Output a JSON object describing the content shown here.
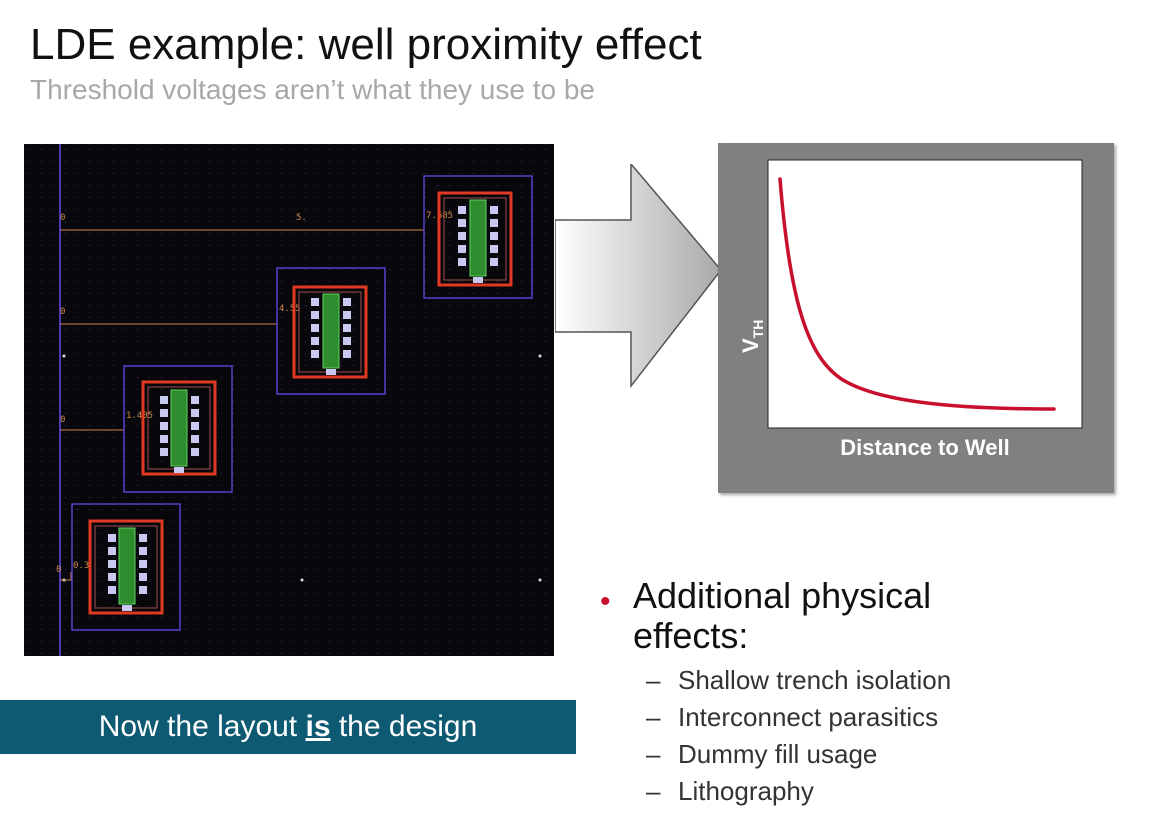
{
  "slide": {
    "title": "LDE example: well proximity effect",
    "subtitle": "Threshold voltages aren’t what they use to be"
  },
  "layout_view": {
    "rulers": [
      {
        "start_label": "0",
        "end_label": "0.3"
      },
      {
        "start_label": "0",
        "end_label": "1.405"
      },
      {
        "start_label": "0",
        "end_label": "4.55"
      },
      {
        "start_label": "0",
        "mid_label": "5.",
        "end_label": "7.685"
      }
    ]
  },
  "graph": {
    "y_label_main": "V",
    "y_label_sub": "TH",
    "x_label": "Distance to Well",
    "curve_color": "#c8102e"
  },
  "banner": {
    "prefix": "Now the layout ",
    "emphasis": "is",
    "suffix": " the design"
  },
  "effects": {
    "heading_line1": "Additional physical",
    "heading_line2": "effects:",
    "bullet_color": "#c8102e",
    "items": [
      {
        "dash": "–",
        "label": "Shallow trench isolation"
      },
      {
        "dash": "–",
        "label": "Interconnect parasitics"
      },
      {
        "dash": "–",
        "label": "Dummy fill usage"
      },
      {
        "dash": "–",
        "label": "Lithography"
      }
    ]
  }
}
